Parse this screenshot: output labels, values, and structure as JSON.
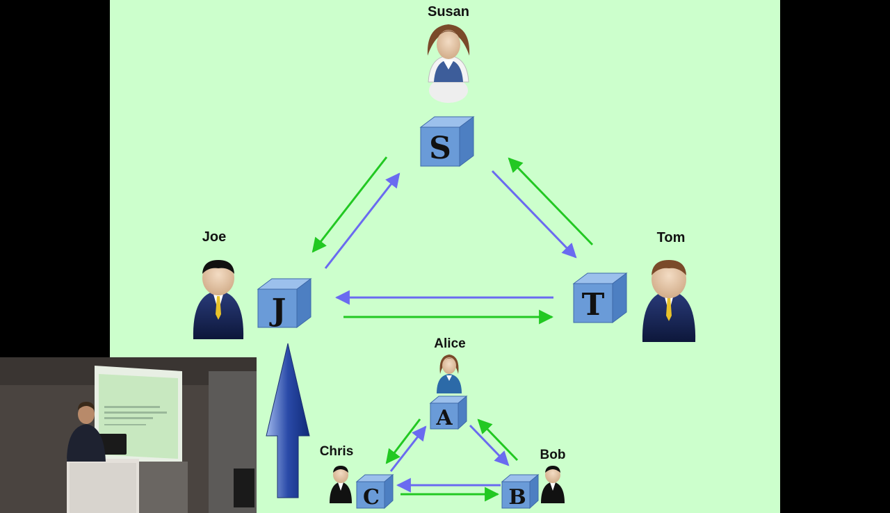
{
  "slide": {
    "background": "#ccffcc",
    "people": {
      "susan": "Susan",
      "joe": "Joe",
      "tom": "Tom",
      "alice": "Alice",
      "chris": "Chris",
      "bob": "Bob"
    },
    "nodes": {
      "s": "S",
      "j": "J",
      "t": "T",
      "a": "A",
      "c": "C",
      "b": "B"
    },
    "colors": {
      "green_arrow": "#22c822",
      "blue_arrow": "#6a6af0",
      "cube_front": "#6a9bd8",
      "cube_top": "#9cc0ec",
      "cube_side": "#4d7fc2",
      "big_arrow": "#2a4aa8"
    }
  },
  "webcam": {
    "icon": "presenter-video"
  }
}
